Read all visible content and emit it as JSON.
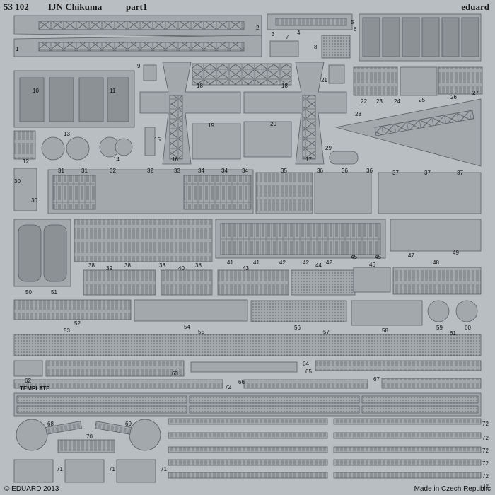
{
  "header": {
    "product_code": "53 102",
    "title": "IJN Chikuma",
    "part": "part1",
    "brand": "eduard"
  },
  "footer": {
    "copyright": "© EDUARD 2013",
    "origin": "Made in Czech Republic"
  },
  "template_label": "TEMPLATE",
  "part_numbers": [
    "1",
    "2",
    "3",
    "4",
    "5",
    "6",
    "7",
    "8",
    "9",
    "10",
    "11",
    "12",
    "13",
    "14",
    "15",
    "16",
    "17",
    "18",
    "18",
    "19",
    "20",
    "21",
    "22",
    "23",
    "24",
    "25",
    "26",
    "27",
    "28",
    "29",
    "30",
    "30",
    "31",
    "31",
    "32",
    "32",
    "33",
    "34",
    "34",
    "34",
    "35",
    "36",
    "36",
    "36",
    "37",
    "37",
    "37",
    "38",
    "38",
    "38",
    "38",
    "39",
    "40",
    "41",
    "41",
    "42",
    "42",
    "42",
    "43",
    "44",
    "45",
    "45",
    "46",
    "47",
    "48",
    "49",
    "50",
    "51",
    "52",
    "53",
    "54",
    "55",
    "56",
    "57",
    "58",
    "59",
    "60",
    "61",
    "62",
    "63",
    "64",
    "65",
    "66",
    "67",
    "68",
    "69",
    "70",
    "71",
    "71",
    "71",
    "72",
    "72",
    "72",
    "72",
    "72",
    "72",
    "72"
  ],
  "colors": {
    "fret": "#b9bec2",
    "part_fill": "#a3a8ad",
    "part_edge": "#5a5f64",
    "detail": "#7d8287",
    "text": "#111111"
  }
}
